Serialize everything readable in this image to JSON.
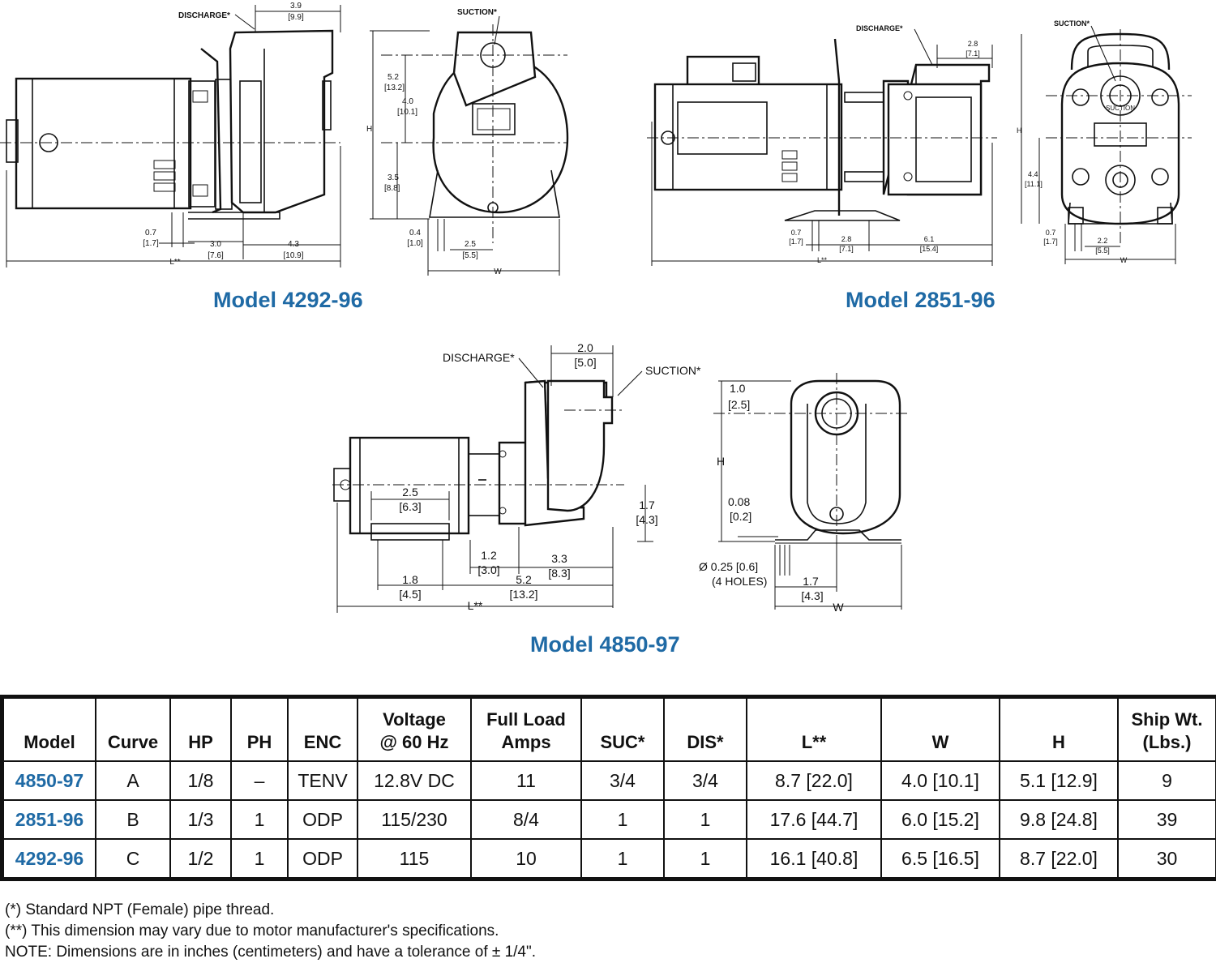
{
  "diagrams": {
    "m4292": {
      "title": "Model 4292-96",
      "discharge": "DISCHARGE*",
      "suction": "SUCTION*",
      "d_3_9": "3.9",
      "d_3_9_cm": "[9.9]",
      "d_5_2": "5.2",
      "d_5_2_cm": "[13.2]",
      "d_4_0": "4.0",
      "d_4_0_cm": "[10.1]",
      "h": "H",
      "d_3_5": "3.5",
      "d_3_5_cm": "[8.8]",
      "d_0_7": "0.7",
      "d_0_7_cm": "[1.7]",
      "d_3_0": "3.0",
      "d_3_0_cm": "[7.6]",
      "d_4_3": "4.3",
      "d_4_3_cm": "[10.9]",
      "l": "L**",
      "d_0_4": "0.4",
      "d_0_4_cm": "[1.0]",
      "d_2_5": "2.5",
      "d_2_5_cm": "[5.5]",
      "w": "W"
    },
    "m2851": {
      "title": "Model 2851-96",
      "discharge": "DISCHARGE*",
      "suction": "SUCTION*",
      "suction_cast": "SUCTION",
      "d_2_8a": "2.8",
      "d_2_8a_cm": "[7.1]",
      "h": "H",
      "d_4_4": "4.4",
      "d_4_4_cm": "[11.1]",
      "d_0_7": "0.7",
      "d_0_7_cm": "[1.7]",
      "d_2_8b": "2.8",
      "d_2_8b_cm": "[7.1]",
      "d_6_1": "6.1",
      "d_6_1_cm": "[15.4]",
      "l": "L**",
      "d_0_7b": "0.7",
      "d_0_7b_cm": "[1.7]",
      "d_2_2": "2.2",
      "d_2_2_cm": "[5.5]",
      "w": "W"
    },
    "m4850": {
      "title": "Model 4850-97",
      "discharge": "DISCHARGE*",
      "suction": "SUCTION*",
      "d_2_0": "2.0",
      "d_2_0_cm": "[5.0]",
      "d_2_5": "2.5",
      "d_2_5_cm": "[6.3]",
      "d_1_7": "1.7",
      "d_1_7_cm": "[4.3]",
      "d_1_2": "1.2",
      "d_1_2_cm": "[3.0]",
      "d_3_3": "3.3",
      "d_3_3_cm": "[8.3]",
      "d_1_8": "1.8",
      "d_1_8_cm": "[4.5]",
      "d_5_2": "5.2",
      "d_5_2_cm": "[13.2]",
      "l": "L**",
      "d_1_0": "1.0",
      "d_1_0_cm": "[2.5]",
      "h": "H",
      "d_0_08": "0.08",
      "d_0_08_cm": "[0.2]",
      "holes": "Ø 0.25 [0.6]",
      "holes_count": "(4 HOLES)",
      "d_1_7b": "1.7",
      "d_1_7b_cm": "[4.3]",
      "w": "W"
    }
  },
  "table": {
    "headers": [
      "Model",
      "Curve",
      "HP",
      "PH",
      "ENC",
      "Voltage\n@ 60 Hz",
      "Full Load\nAmps",
      "SUC*",
      "DIS*",
      "L**",
      "W",
      "H",
      "Ship Wt.\n(Lbs.)"
    ],
    "rows": [
      [
        "4850-97",
        "A",
        "1/8",
        "–",
        "TENV",
        "12.8V DC",
        "11",
        "3/4",
        "3/4",
        "8.7 [22.0]",
        "4.0 [10.1]",
        "5.1 [12.9]",
        "9"
      ],
      [
        "2851-96",
        "B",
        "1/3",
        "1",
        "ODP",
        "115/230",
        "8/4",
        "1",
        "1",
        "17.6 [44.7]",
        "6.0 [15.2]",
        "9.8 [24.8]",
        "39"
      ],
      [
        "4292-96",
        "C",
        "1/2",
        "1",
        "ODP",
        "115",
        "10",
        "1",
        "1",
        "16.1 [40.8]",
        "6.5 [16.5]",
        "8.7 [22.0]",
        "30"
      ]
    ]
  },
  "notes": [
    "(*) Standard NPT (Female) pipe thread.",
    "(**) This dimension may vary due to motor manufacturer's specifications.",
    "NOTE: Dimensions are in inches (centimeters) and have a tolerance of ± 1/4\"."
  ]
}
